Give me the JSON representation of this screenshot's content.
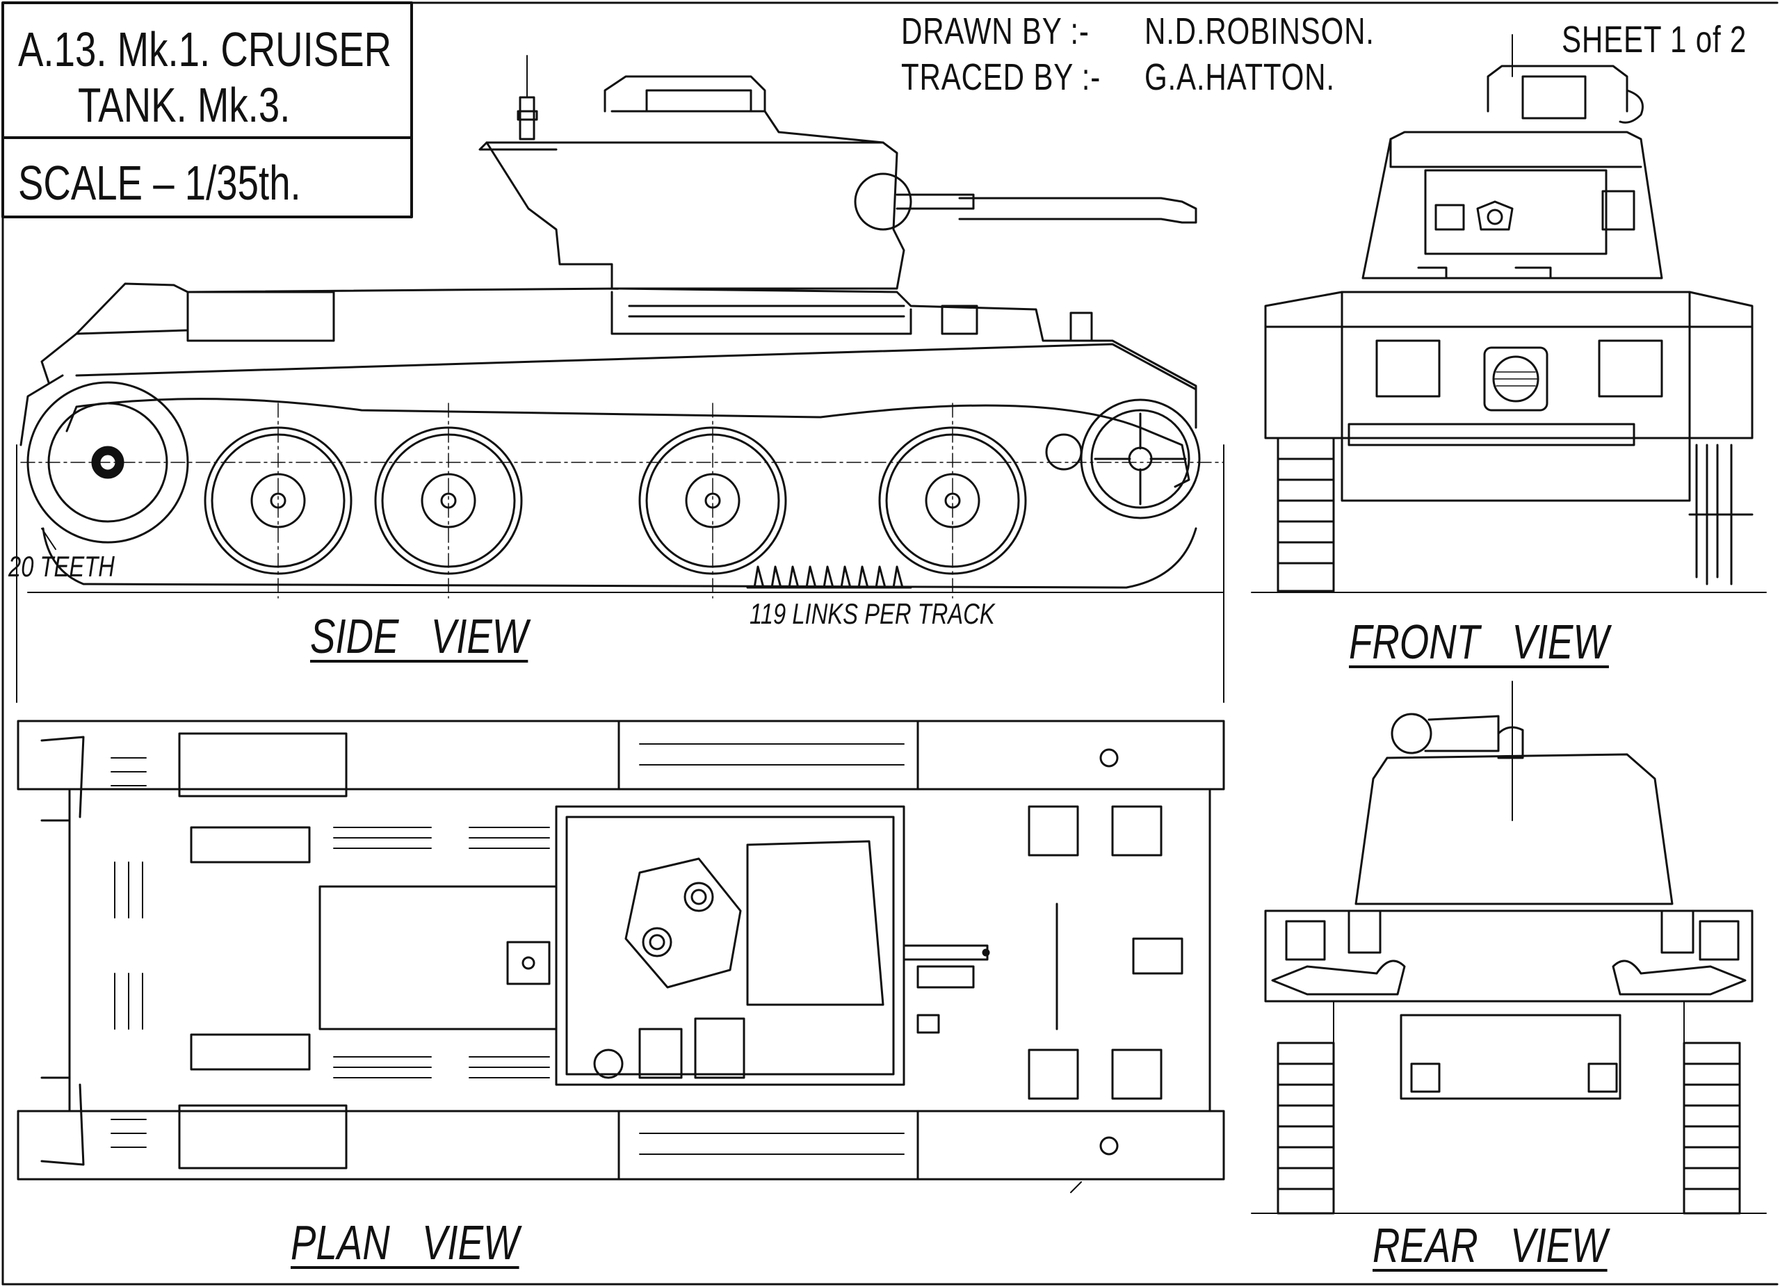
{
  "title_block": {
    "line1": "A.13. Mk.1. CRUISER",
    "line2": "TANK.  Mk.3.",
    "scale": "SCALE  –  1/35th."
  },
  "credits": {
    "drawn_label": "DRAWN BY :-",
    "drawn_name": "N.D.ROBINSON.",
    "traced_label": "TRACED BY :-",
    "traced_name": "G.A.HATTON.",
    "sheet": "SHEET 1 of 2"
  },
  "views": {
    "side": "SIDE  VIEW",
    "front": "FRONT  VIEW",
    "plan": "PLAN VIEW",
    "rear": "REAR  VIEW"
  },
  "annotations": {
    "sprocket_teeth": "20 TEETH",
    "track_links": "119 LINKS PER TRACK"
  },
  "colors": {
    "ink": "#111111",
    "paper": "#ffffff"
  }
}
